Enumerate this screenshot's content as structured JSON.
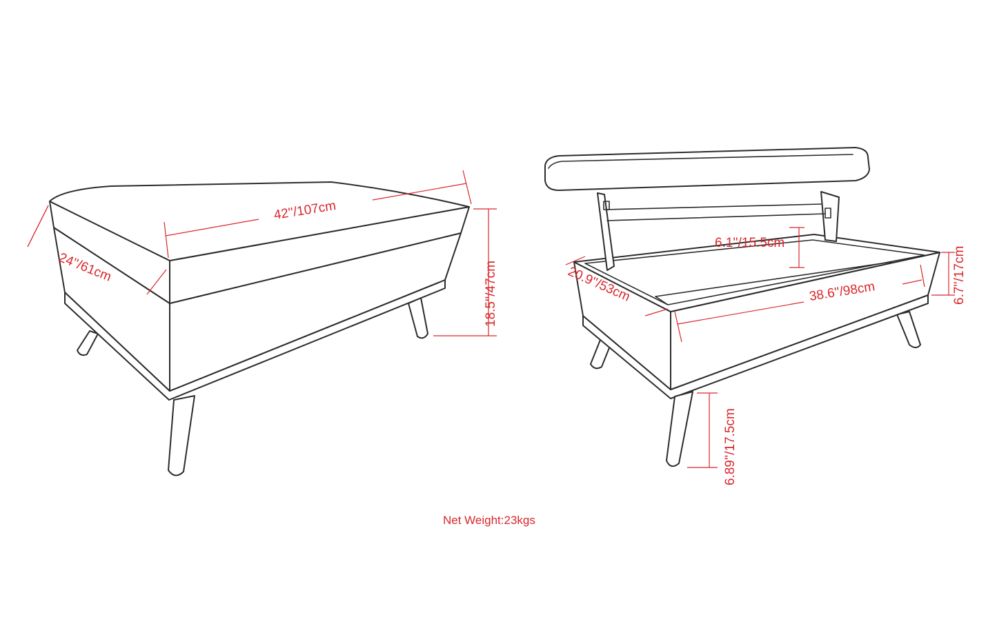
{
  "colors": {
    "dimension": "#d9262b",
    "outline": "#2b2b2b",
    "background": "#ffffff"
  },
  "closed_view": {
    "length": "42''/107cm",
    "depth": "24''/61cm",
    "height": "18.5''/47cm"
  },
  "open_view": {
    "inner_depth_storage": "6.1''/15.5cm",
    "inner_width": "20.9''/53cm",
    "inner_length": "38.6''/98cm",
    "box_height": "6.7''/17cm",
    "leg_height": "6.89''/17.5cm"
  },
  "net_weight": "Net Weight:23kgs"
}
